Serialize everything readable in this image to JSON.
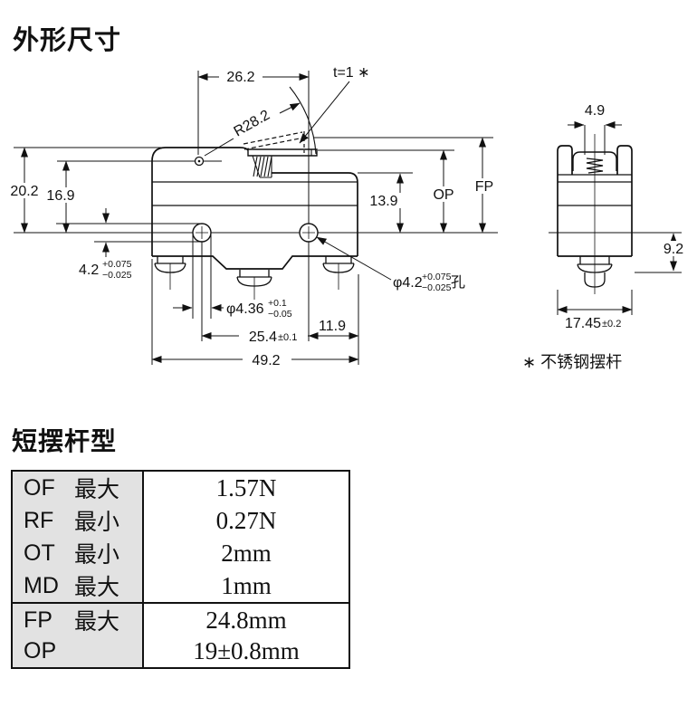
{
  "page": {
    "title": "外形尺寸"
  },
  "drawing": {
    "front_view": {
      "dim_top_width": "26.2",
      "lever_thickness": "t=1 ∗",
      "lever_radius": "R28.2",
      "dim_height_total": "20.2",
      "dim_height_pivot": "16.9",
      "hole_left_dia": {
        "value": "4.2",
        "tol_plus": "+0.075",
        "tol_minus": "−0.025"
      },
      "dim_body_top_height": "13.9",
      "op_label": "OP",
      "fp_label": "FP",
      "hole_bottom_dia": {
        "value": "φ4.36",
        "tol_plus": "+0.1",
        "tol_minus": "−0.05"
      },
      "dim_hole_spacing": {
        "value": "25.4",
        "tol": "±0.1"
      },
      "dim_right_offset": "11.9",
      "dim_body_width": "49.2",
      "hole_callout": {
        "value": "φ4.2",
        "tol_plus": "+0.075",
        "tol_minus": "−0.025",
        "suffix": "孔"
      }
    },
    "side_view": {
      "dim_plunger_width": "4.9",
      "dim_terminal_depth": "9.2",
      "dim_body_depth": {
        "value": "17.45",
        "tol": "±0.2"
      }
    },
    "footnote": "∗ 不锈钢摆杆"
  },
  "spec_section": {
    "title": "短摆杆型",
    "table": {
      "groups": [
        {
          "rows": [
            {
              "code": "OF",
              "condition": "最大",
              "value": "1.57N"
            },
            {
              "code": "RF",
              "condition": "最小",
              "value": "0.27N"
            },
            {
              "code": "OT",
              "condition": "最小",
              "value": "2mm"
            },
            {
              "code": "MD",
              "condition": "最大",
              "value": "1mm"
            }
          ]
        },
        {
          "rows": [
            {
              "code": "FP",
              "condition": "最大",
              "value": "24.8mm"
            },
            {
              "code": "OP",
              "condition": "",
              "value": "19±0.8mm"
            }
          ]
        }
      ]
    }
  }
}
